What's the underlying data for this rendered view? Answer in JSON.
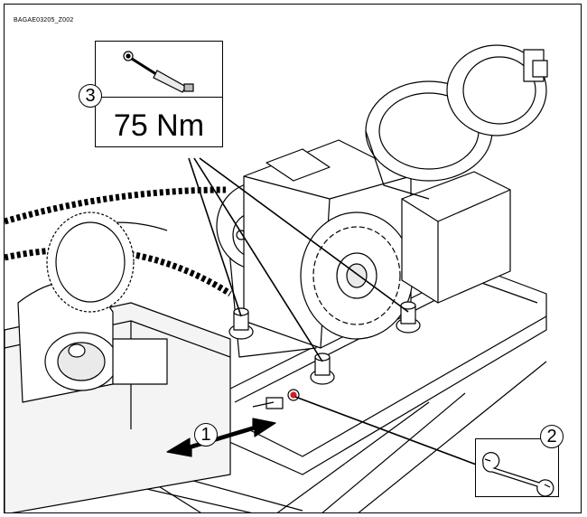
{
  "document": {
    "id": "BAGAE03205_Z002"
  },
  "torque_spec": {
    "callout_number": "3",
    "value": "75 Nm",
    "tool": "torque-wrench-icon"
  },
  "callouts": [
    {
      "number": "1",
      "meaning": "shift-direction"
    },
    {
      "number": "2",
      "tool": "open-end-wrench-icon"
    }
  ]
}
